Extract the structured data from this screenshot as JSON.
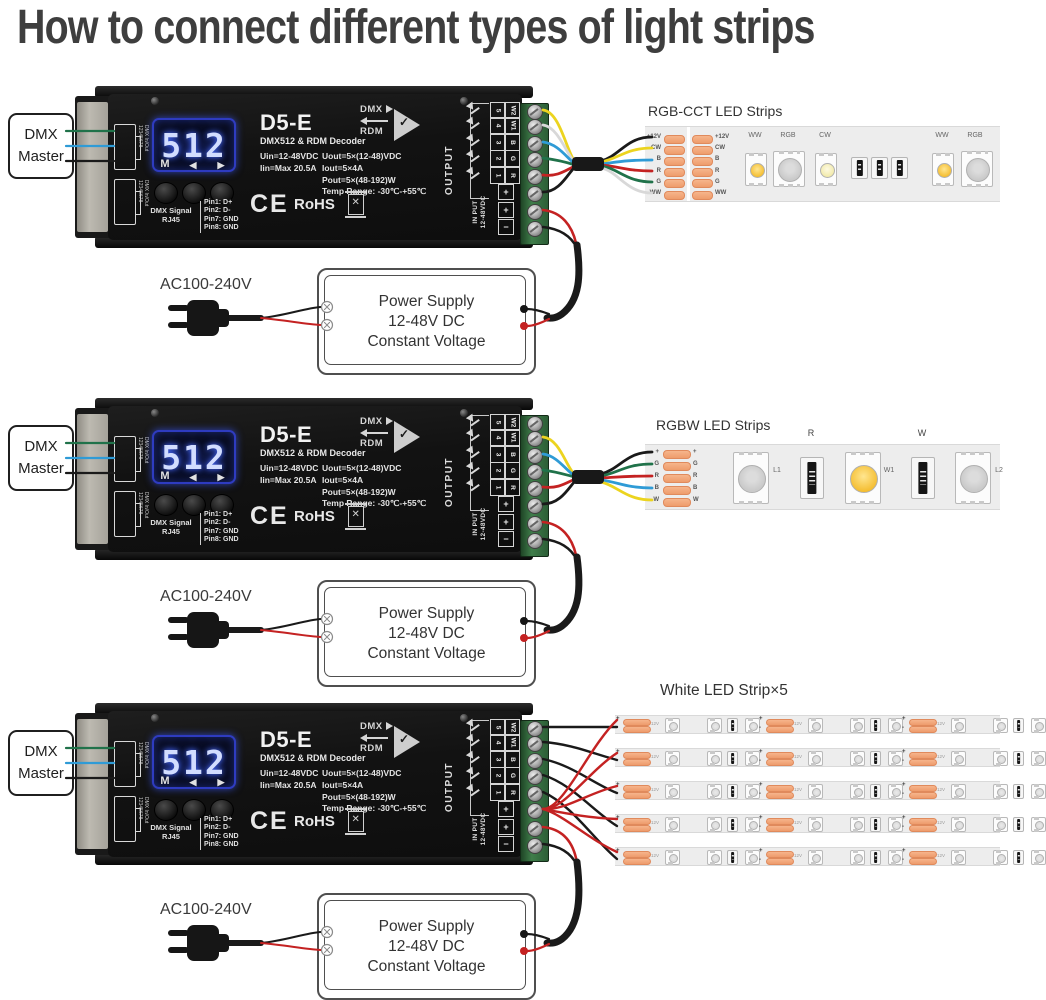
{
  "title": "How to connect different types of light strips",
  "colors": {
    "wire_yellow": "#ecd41f",
    "wire_white": "#d8d8d8",
    "wire_blue": "#2f9bd6",
    "wire_green": "#20724a",
    "wire_red": "#c42222",
    "wire_black": "#1a1a1a",
    "display_glow": "#3d5bff",
    "pad_copper": "#f2a77e",
    "terminal_green": "#35703f",
    "strip_bg": "#ededed"
  },
  "dmx_master": {
    "line1": "DMX",
    "line2": "Master"
  },
  "decoder": {
    "model": "D5-E",
    "subtitle": "DMX512 & RDM Decoder",
    "display_value": "512",
    "btn_m": "M",
    "btn_prev": "◀",
    "btn_next": "▶",
    "dmx_signal": "DMX Signal\nRJ45",
    "pin_labels": "Pin1: D+\nPin2: D-\nPin7: GND\nPin8: GND",
    "specs_col1": "Uin=12-48VDC\nIin=Max 20.5A",
    "specs_col2": "Uout=5×(12-48)VDC\nIout=5×4A\nPout=5×(48-192)W\nTemp Range: -30℃-+55℃",
    "ce": "CE",
    "rohs": "RoHS",
    "logo_top": "DMX",
    "logo_bottom": "RDM",
    "logo_check": "✓",
    "output_label": "OUTPUT",
    "input_label": "IN PUT\n12-48VDC",
    "plus": "+",
    "input_plus": "+",
    "input_minus": "−",
    "channels": [
      {
        "num": "5",
        "ch": "W2"
      },
      {
        "num": "4",
        "ch": "W1"
      },
      {
        "num": "3",
        "ch": "B"
      },
      {
        "num": "2",
        "ch": "G"
      },
      {
        "num": "1",
        "ch": "R"
      }
    ],
    "rj45_label": "DMX In/Out\n12345678"
  },
  "power_supply": {
    "ac_label": "AC100-240V",
    "line1": "Power Supply",
    "line2": "12-48V DC",
    "line3": "Constant Voltage"
  },
  "sections": [
    {
      "title": "RGB-CCT LED Strips",
      "pad_labels": [
        "+12V",
        "CW",
        "B",
        "R",
        "G",
        "WW"
      ],
      "chip_labels": [
        "WW",
        "RGB",
        "CW",
        "WW",
        "RGB"
      ]
    },
    {
      "title": "RGBW LED Strips",
      "pad_labels": [
        "+",
        "G",
        "R",
        "B",
        "W"
      ],
      "chip_labels": [
        "L1",
        "W1",
        "L2"
      ],
      "resistor_labels": [
        "R",
        "W"
      ]
    },
    {
      "title": "White LED Strip×5",
      "strip_count": 5,
      "pad_plus": "+",
      "pad_minus": "-",
      "voltage_label": "12V"
    }
  ]
}
